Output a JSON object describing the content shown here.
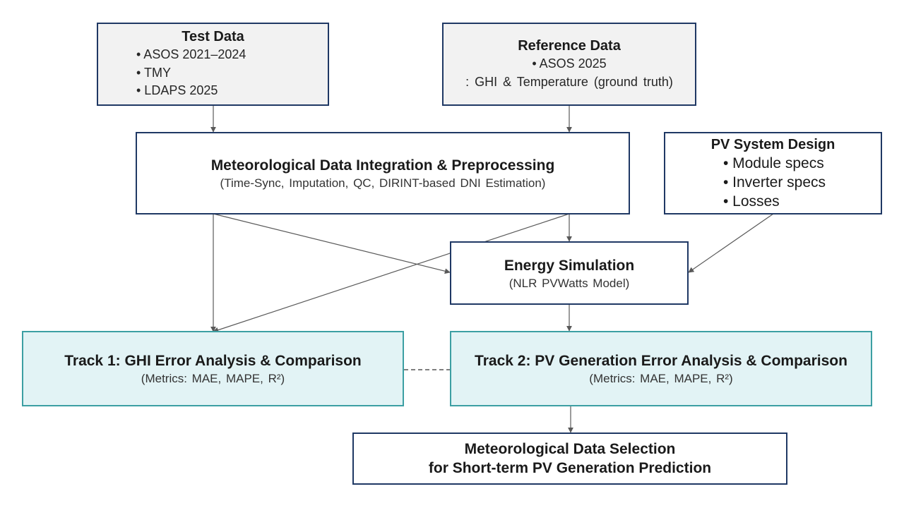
{
  "test_data": {
    "title": "Test Data",
    "items": [
      "• ASOS 2021–2024",
      "• TMY",
      "• LDAPS 2025"
    ]
  },
  "reference_data": {
    "title": "Reference Data",
    "items": [
      "• ASOS 2025",
      ": GHI & Temperature (ground truth)"
    ]
  },
  "preprocessing": {
    "title": "Meteorological Data Integration & Preprocessing",
    "subtitle": "(Time-Sync, Imputation, QC, DIRINT-based DNI Estimation)"
  },
  "pv_system": {
    "title": "PV System Design",
    "items": [
      "• Module specs",
      "• Inverter specs",
      "• Losses"
    ]
  },
  "simulation": {
    "title": "Energy Simulation",
    "subtitle": "(NLR PVWatts Model)"
  },
  "track1": {
    "title": "Track 1: GHI Error Analysis & Comparison",
    "subtitle": "(Metrics: MAE, MAPE, R²)"
  },
  "track2": {
    "title": "Track 2: PV Generation Error Analysis & Comparison",
    "subtitle": "(Metrics: MAE, MAPE, R²)"
  },
  "selection": {
    "title_line1": "Meteorological Data Selection",
    "title_line2": "for Short-term PV Generation Prediction"
  },
  "colors": {
    "box_border": "#1f3864",
    "track_border": "#3c9fa3",
    "track_fill": "#e2f3f5",
    "input_fill": "#f2f2f2",
    "arrow": "#595959"
  }
}
